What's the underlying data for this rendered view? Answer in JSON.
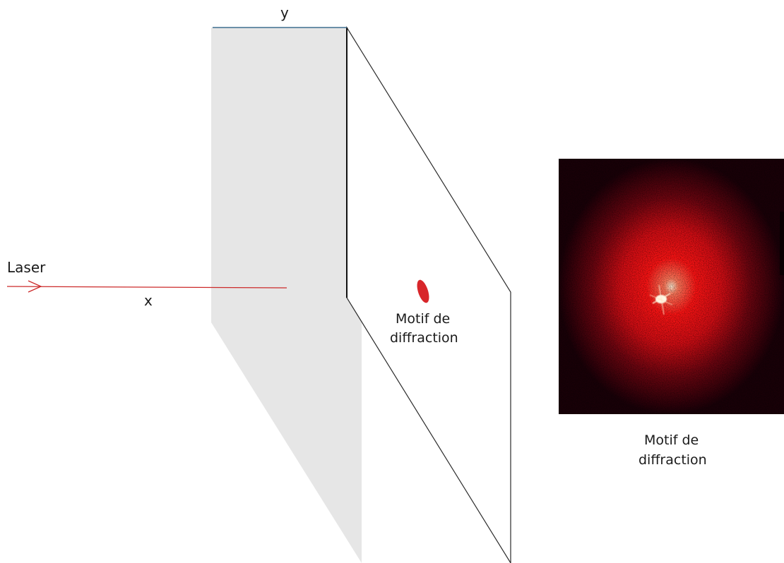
{
  "labels": {
    "y_axis": "y",
    "x_axis": "x",
    "laser": "Laser",
    "screen_pattern_line1": "Motif de",
    "screen_pattern_line2": "diffraction",
    "photo_caption_line1": "Motif de",
    "photo_caption_line2": "diffraction"
  },
  "colors": {
    "background": "#ffffff",
    "shadow_panel": "#e6e6e6",
    "screen_outline": "#222222",
    "top_edge": "#3f6f8f",
    "laser_beam": "#cc2a2a",
    "diffraction_spot": "#d8262a",
    "photo_background": "#050003",
    "speckle_red": "#ff1a1a"
  },
  "icons": {
    "laser_arrow": "arrow-right-outline-icon",
    "diffraction_spot": "red-ellipse-icon"
  }
}
